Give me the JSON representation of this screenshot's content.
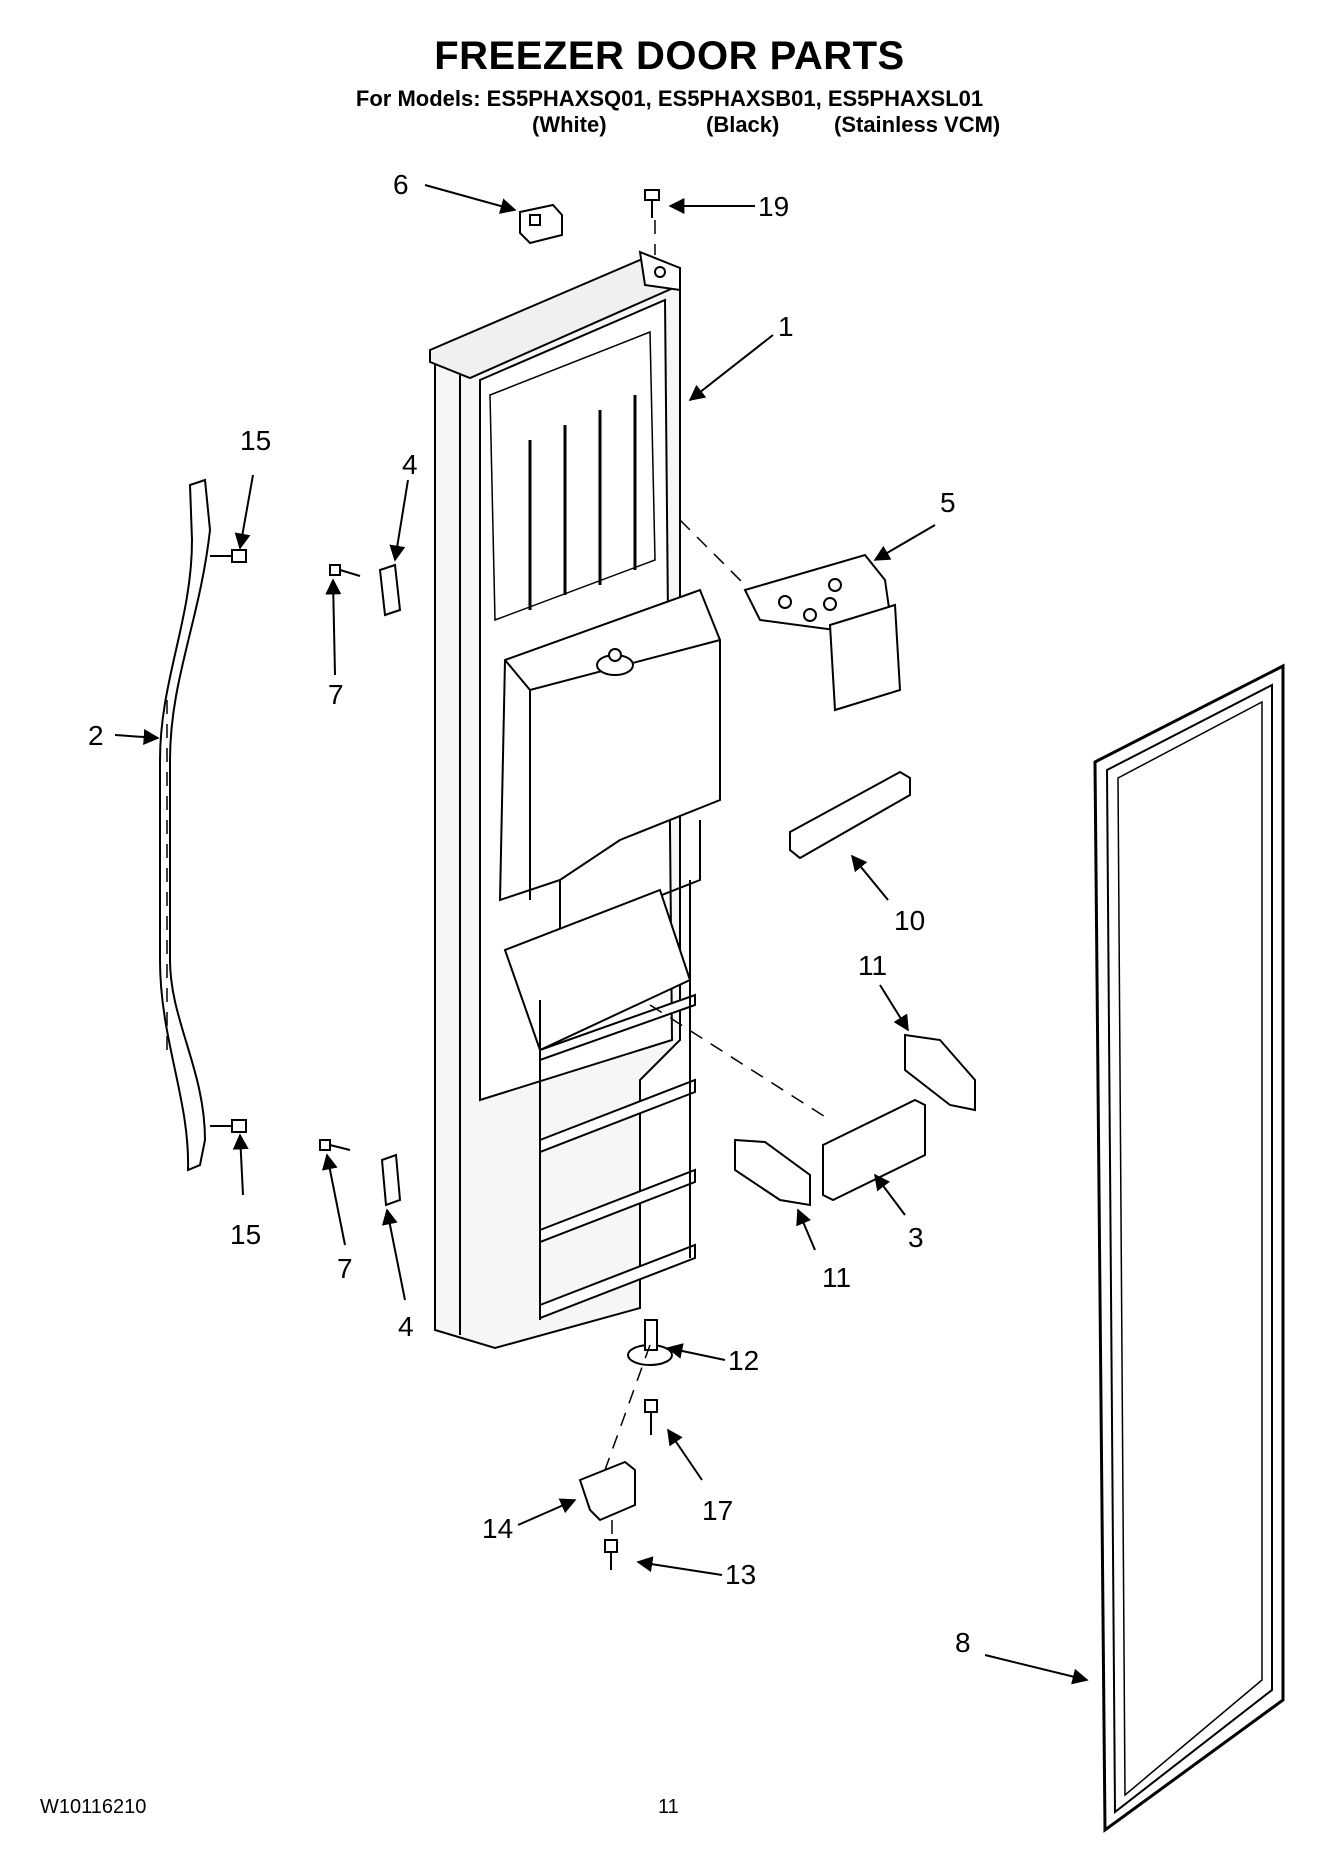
{
  "header": {
    "title": "FREEZER DOOR PARTS",
    "models": "For Models: ES5PHAXSQ01, ES5PHAXSB01, ES5PHAXSL01",
    "variants": [
      "(White)",
      "(Black)",
      "(Stainless VCM)"
    ]
  },
  "callouts": [
    {
      "id": "c6a",
      "label": "6"
    },
    {
      "id": "c19",
      "label": "19"
    },
    {
      "id": "c1",
      "label": "1"
    },
    {
      "id": "c15a",
      "label": "15"
    },
    {
      "id": "c4a",
      "label": "4"
    },
    {
      "id": "c5",
      "label": "5"
    },
    {
      "id": "c7a",
      "label": "7"
    },
    {
      "id": "c2",
      "label": "2"
    },
    {
      "id": "c10",
      "label": "10"
    },
    {
      "id": "c11a",
      "label": "11"
    },
    {
      "id": "c15b",
      "label": "15"
    },
    {
      "id": "c7b",
      "label": "7"
    },
    {
      "id": "c3",
      "label": "3"
    },
    {
      "id": "c11b",
      "label": "11"
    },
    {
      "id": "c4b",
      "label": "4"
    },
    {
      "id": "c12",
      "label": "12"
    },
    {
      "id": "c17",
      "label": "17"
    },
    {
      "id": "c14",
      "label": "14"
    },
    {
      "id": "c13",
      "label": "13"
    },
    {
      "id": "c8",
      "label": "8"
    }
  ],
  "footer": {
    "doc_number": "W10116210",
    "page_number": "11"
  }
}
